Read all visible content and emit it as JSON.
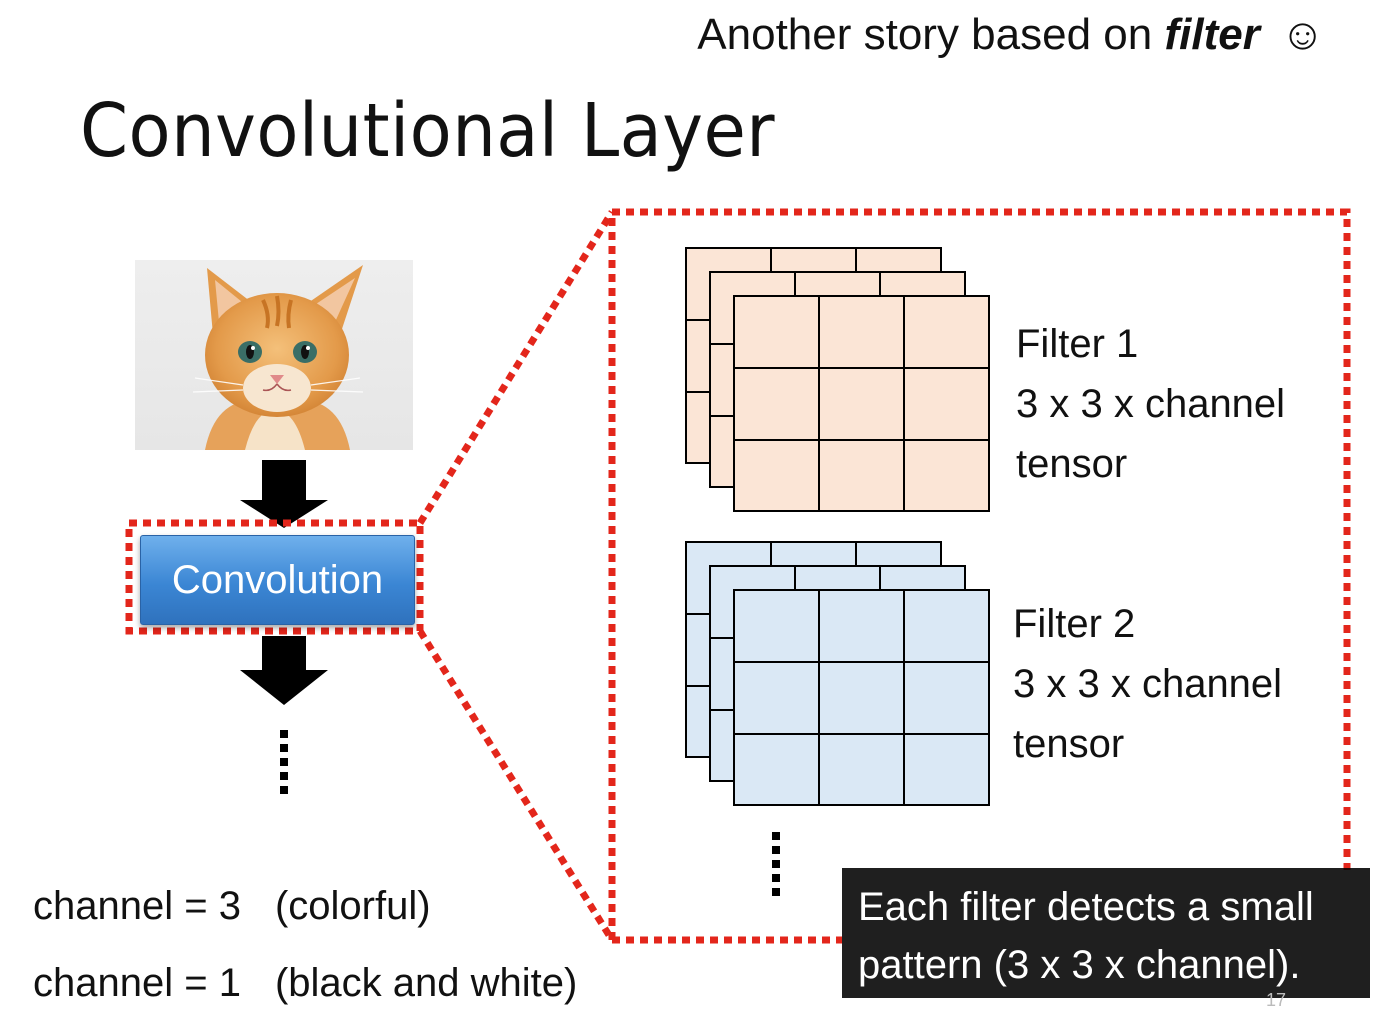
{
  "header": {
    "subtitle_prefix": "Another story based on",
    "subtitle_keyword": "filter",
    "smiley": "☺",
    "title": "Convolutional Layer"
  },
  "left_column": {
    "convolution_label": "Convolution",
    "ellipsis": "……"
  },
  "filters": [
    {
      "name": "Filter 1",
      "shape": "3 x 3 x channel",
      "type": "tensor",
      "color": "#fbe5d6"
    },
    {
      "name": "Filter 2",
      "shape": "3 x 3 x channel",
      "type": "tensor",
      "color": "#dae8f5"
    }
  ],
  "channels": [
    {
      "label": "channel = 3",
      "note": "(colorful)"
    },
    {
      "label": "channel = 1",
      "note": "(black and white)"
    }
  ],
  "caption": {
    "line1": "Each filter detects a small",
    "line2": "pattern (3 x 3 x channel)."
  },
  "slide_number": "17",
  "colors": {
    "dotted_border": "#e3261b",
    "button_blue": "#3b86d4",
    "arrow": "#000000"
  }
}
